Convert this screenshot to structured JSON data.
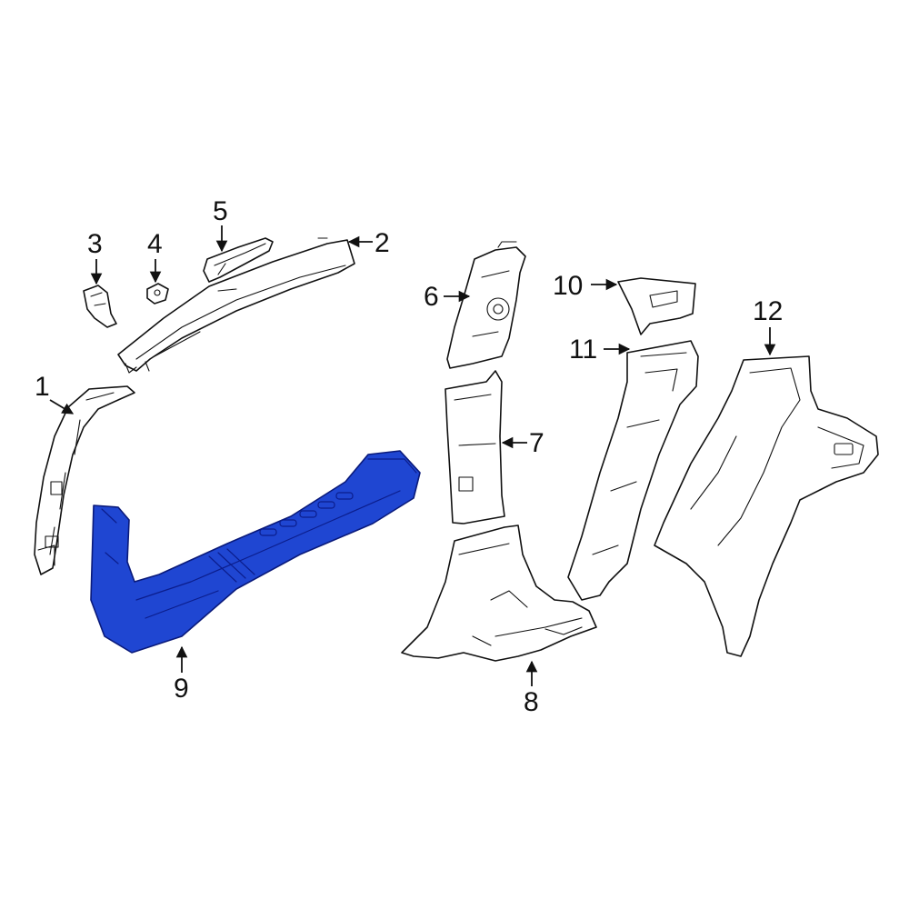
{
  "diagram": {
    "colors": {
      "line": "#111111",
      "highlight_fill": "#1f46d2",
      "highlight_stroke": "#0a1a7a",
      "background": "#ffffff"
    },
    "highlighted_part": "9",
    "callouts": [
      "1",
      "2",
      "3",
      "4",
      "5",
      "6",
      "7",
      "8",
      "9",
      "10",
      "11",
      "12"
    ]
  }
}
